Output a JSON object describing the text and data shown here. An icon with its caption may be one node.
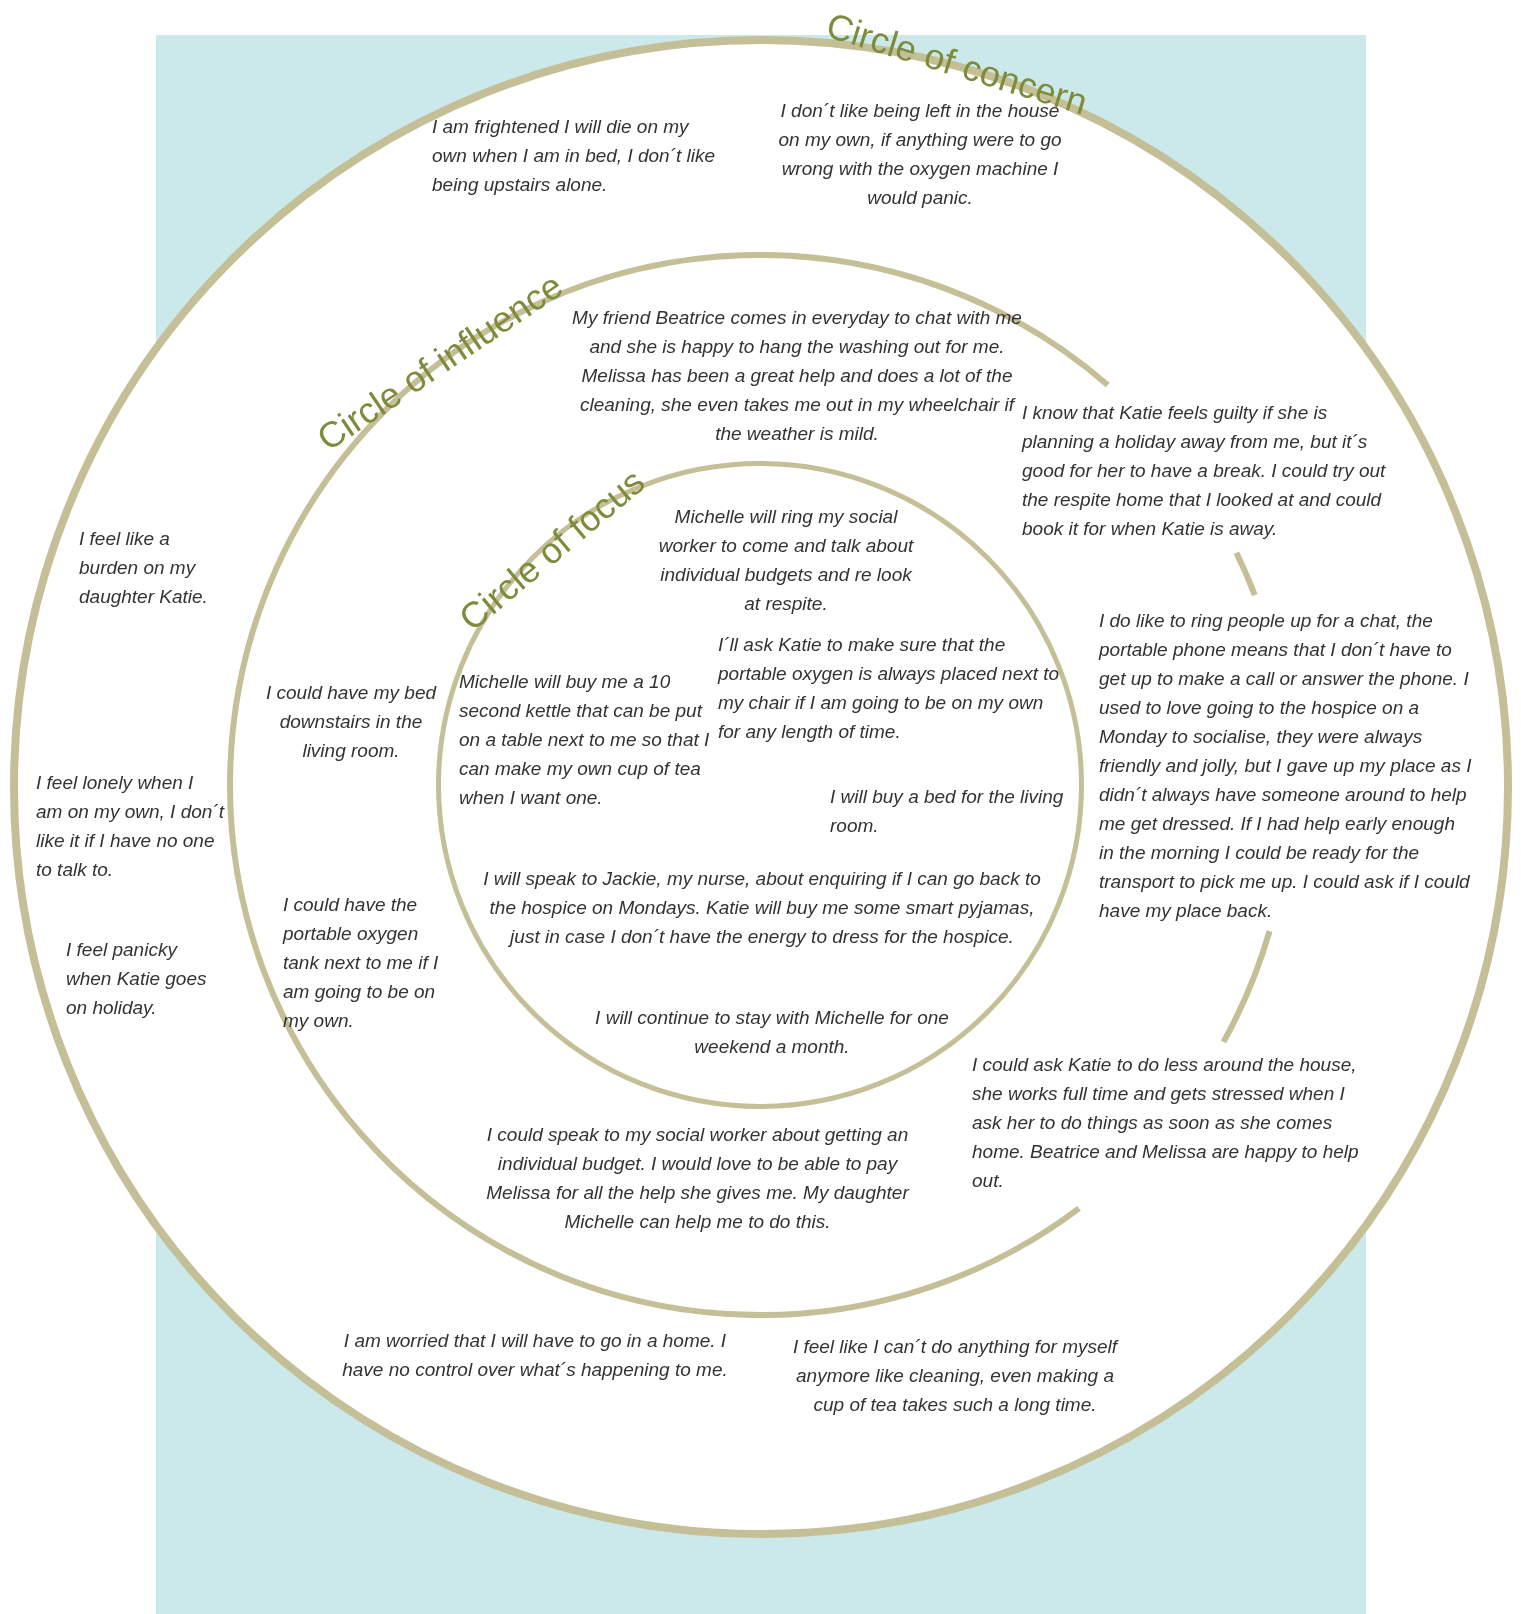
{
  "diagram": {
    "nodes": [
      {
        "text": [
          "Circle of concern",
          "I am frightened I will die on my own when I am in bed, I don´t like being upstairs alone.",
          "I don´t like being left in the house on my own, if anything were to go wrong with the oxygen machine I would panic.",
          "I feel like a burden on my daughter Katie.",
          "I feel lonely when I am on my own, I don´t like it if I have no one to talk to.",
          "I feel panicky when Katie goes on holiday.",
          "I am worried that I will have to go in a home. I have no control over what´s happening to me.",
          "I feel like I can´t do anything for myself anymore like cleaning, even making a cup of tea takes such a long time."
        ]
      },
      {
        "text": [
          "Circle of influence",
          "My friend Beatrice comes in everyday to chat with me and she is happy to hang the washing out for me. Melissa has been a great help and does a lot of the cleaning, she even takes me out in my wheelchair if the weather is mild.",
          "I know that Katie feels guilty if she is planning a holiday away from me, but it´s good for her to have a break. I could try out the respite home that I looked at and could book it for when Katie is away.",
          "I could have my bed downstairs in the living room.",
          "I do like to ring people up for a chat, the portable phone means that I don´t have to get up to make a call or answer the phone. I used to love going to the hospice on a Monday to socialise, they were always friendly and jolly, but I gave up my place as I didn´t always have someone around to help me get dressed. If I had help early enough in the morning I could be ready for the transport to pick me up. I could ask if I could have my place back.",
          "I could have the portable oxygen tank next to me if I am going to be on my own.",
          "I could ask Katie to do less around the house, she works full time and gets stressed when I ask her to do things as soon as she comes home. Beatrice and Melissa are happy to help out.",
          "I could speak to my social worker about getting an individual budget. I would love to be able to pay Melissa for all the help she gives me. My daughter Michelle can help me to do this."
        ],
        "in": 0
      },
      {
        "text": [
          "Circle of focus",
          "Michelle will ring my social worker to come and talk about individual budgets and re look at respite.",
          "I´ll ask Katie to make sure that the portable oxygen is always placed next to my chair if I am going to be on my own for any length of time.",
          "Michelle will buy me a 10 second kettle that can be put on a table next to me so that I can make my own cup of tea when I want one.",
          "I will buy a bed for the living room.",
          "I will speak to Jackie, my nurse, about enquiring if I can go back to the hospice on Mondays. Katie will buy me some smart pyjamas, just in case I don´t have the energy to dress for the hospice.",
          "I will continue to stay with Michelle for one weekend a month."
        ],
        "in": 1
      }
    ]
  }
}
